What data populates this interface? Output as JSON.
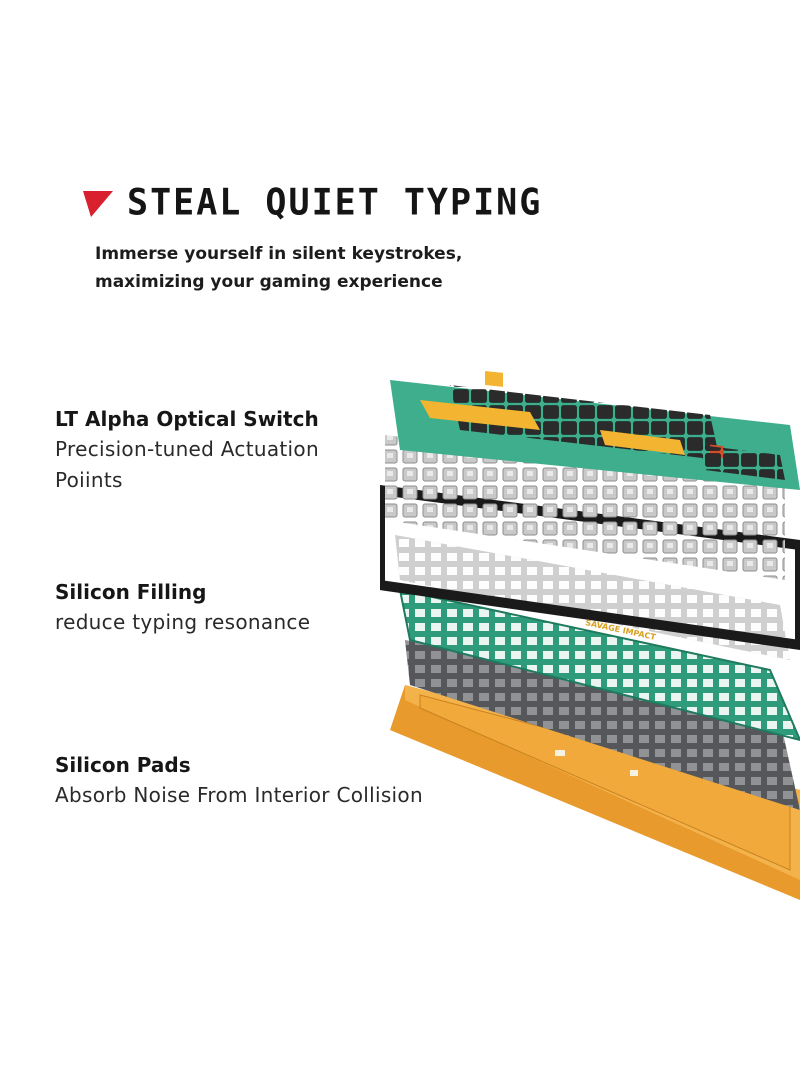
{
  "header": {
    "headline": "STEAL QUIET TYPING",
    "subtitle_line1": "Immerse yourself in silent keystrokes,",
    "subtitle_line2": "maximizing your gaming experience"
  },
  "features": [
    {
      "title": "LT Alpha Optical Switch",
      "desc_line1": "Precision-tuned Actuation",
      "desc_line2": "Poiints"
    },
    {
      "title": "Silicon Filling",
      "desc_line1": "reduce typing resonance"
    },
    {
      "title": "Silicon Pads",
      "desc_line1": "Absorb Noise From Interior Collision"
    }
  ],
  "illustration": {
    "frame_logo": "SAVAGE IMPACT"
  },
  "colors": {
    "accent_red": "#d8202e",
    "keycap_teal": "#3fae8c",
    "keycap_dark": "#2b2b2b",
    "keycap_yellow": "#f2b431",
    "case_orange": "#f0a93a",
    "plate_teal": "#2e9c7a"
  }
}
